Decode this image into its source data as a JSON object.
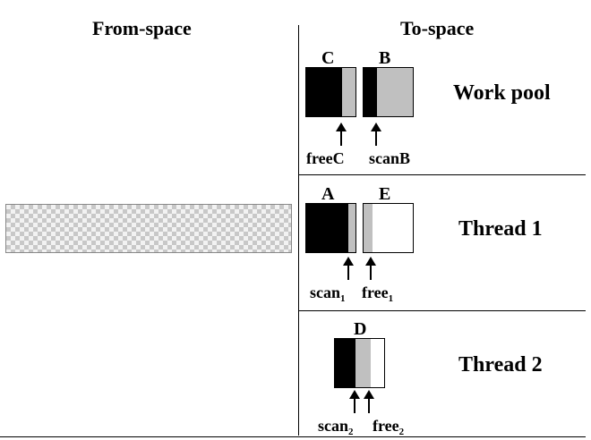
{
  "headers": {
    "from_space": "From-space",
    "to_space": "To-space"
  },
  "sections": {
    "work_pool": {
      "label": "Work pool",
      "block_c": "C",
      "block_b": "B",
      "ptr_free_c": "freeC",
      "ptr_scan_b": "scanB"
    },
    "thread1": {
      "label": "Thread 1",
      "block_a": "A",
      "block_e": "E",
      "ptr_scan_base": "scan",
      "ptr_scan_sub": "1",
      "ptr_free_base": "free",
      "ptr_free_sub": "1"
    },
    "thread2": {
      "label": "Thread 2",
      "block_d": "D",
      "ptr_scan_base": "scan",
      "ptr_scan_sub": "2",
      "ptr_free_base": "free",
      "ptr_free_sub": "2"
    }
  },
  "colors": {
    "scanned": "#000000",
    "copied_unscanned": "#c0c0c0",
    "free": "#ffffff"
  }
}
